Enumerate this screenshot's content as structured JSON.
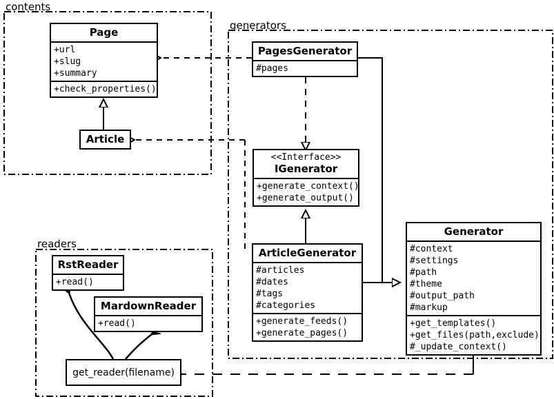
{
  "diagram": {
    "type": "uml-class-diagram",
    "packages": [
      {
        "id": "contents",
        "label": "contents"
      },
      {
        "id": "generators",
        "label": "generators"
      },
      {
        "id": "readers",
        "label": "readers"
      }
    ],
    "classes": {
      "page": {
        "name": "Page",
        "attributes": [
          "+url",
          "+slug",
          "+summary"
        ],
        "methods": [
          "+check_properties()"
        ]
      },
      "article": {
        "name": "Article",
        "attributes": [],
        "methods": []
      },
      "pages_generator": {
        "name": "PagesGenerator",
        "attributes": [
          "#pages"
        ],
        "methods": []
      },
      "igenerator": {
        "stereotype": "<<Interface>>",
        "name": "IGenerator",
        "attributes": [],
        "methods": [
          "+generate_context()",
          "+generate_output()"
        ]
      },
      "article_generator": {
        "name": "ArticleGenerator",
        "attributes": [
          "#articles",
          "#dates",
          "#tags",
          "#categories"
        ],
        "methods": [
          "+generate_feeds()",
          "+generate_pages()"
        ]
      },
      "generator": {
        "name": "Generator",
        "attributes": [
          "#context",
          "#settings",
          "#path",
          "#theme",
          "#output_path",
          "#markup"
        ],
        "methods": [
          "+get_templates()",
          "+get_files(path,exclude)",
          "#_update_context()"
        ]
      },
      "rst_reader": {
        "name": "RstReader",
        "attributes": [],
        "methods": [
          "+read()"
        ]
      },
      "mardown_reader": {
        "name": "MardownReader",
        "attributes": [],
        "methods": [
          "+read()"
        ]
      },
      "get_reader": {
        "name": "get_reader(filename)"
      }
    },
    "colors": {
      "stroke": "#000000",
      "background": "#ffffff"
    }
  }
}
